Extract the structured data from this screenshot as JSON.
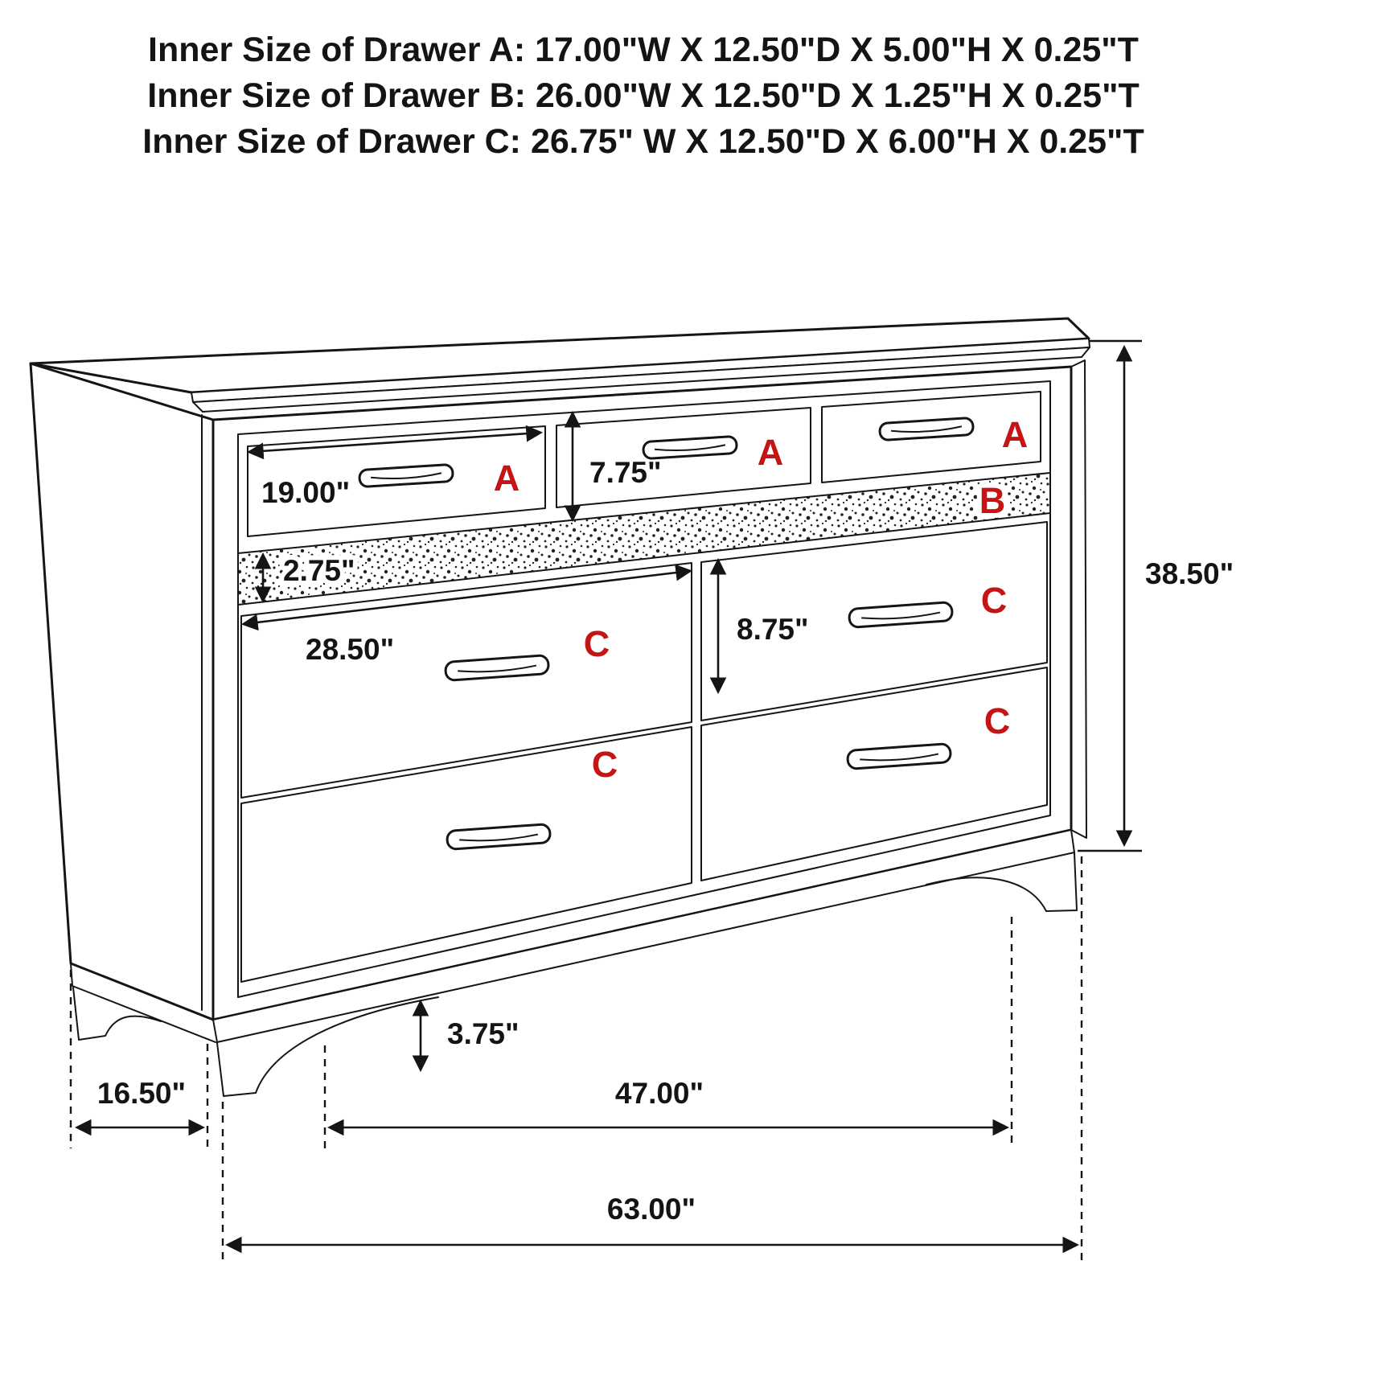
{
  "header": {
    "line1": "Inner Size of Drawer A: 17.00\"W X 12.50\"D X 5.00\"H X 0.25\"T",
    "line2": "Inner Size of Drawer B: 26.00\"W X 12.50\"D X 1.25\"H X 0.25\"T",
    "line3": "Inner Size of Drawer C: 26.75\" W X 12.50\"D X 6.00\"H X 0.25\"T"
  },
  "labels": {
    "drawer_a": "A",
    "drawer_b": "B",
    "drawer_c": "C"
  },
  "dimensions": {
    "drawer_a_width": "19.00\"",
    "drawer_a_height": "7.75\"",
    "strip_b_height": "2.75\"",
    "drawer_c_width": "28.50\"",
    "drawer_c_height": "8.75\"",
    "overall_height": "38.50\"",
    "foot_height": "3.75\"",
    "overall_depth": "16.50\"",
    "feet_span_width": "47.00\"",
    "overall_width": "63.00\""
  },
  "colors": {
    "label_red": "#c41414",
    "line_black": "#151515",
    "background": "#ffffff"
  }
}
